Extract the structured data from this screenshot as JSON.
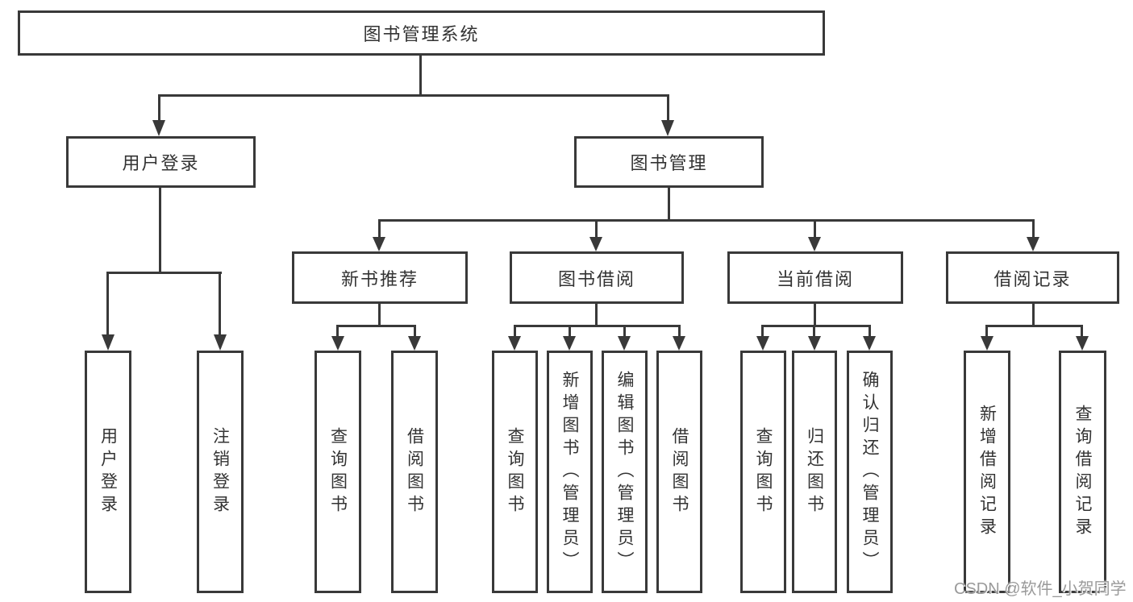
{
  "tree": {
    "root": "图书管理系统",
    "branches": [
      {
        "label": "用户登录",
        "children": [
          "用户登录",
          "注销登录"
        ]
      },
      {
        "label": "图书管理",
        "children": [
          {
            "label": "新书推荐",
            "children": [
              "查询图书",
              "借阅图书"
            ]
          },
          {
            "label": "图书借阅",
            "children": [
              "查询图书",
              "新增图书（管理员）",
              "编辑图书（管理员）",
              "借阅图书"
            ]
          },
          {
            "label": "当前借阅",
            "children": [
              "查询图书",
              "归还图书",
              "确认归还（管理员）"
            ]
          },
          {
            "label": "借阅记录",
            "children": [
              "新增借阅记录",
              "查询借阅记录"
            ]
          }
        ]
      }
    ]
  },
  "watermark": "CSDN @软件_小贺同学",
  "colors": {
    "line": "#393939",
    "box_border": "#393939",
    "text": "#333333",
    "watermark": "#9a9a9a",
    "background": "#ffffff"
  }
}
